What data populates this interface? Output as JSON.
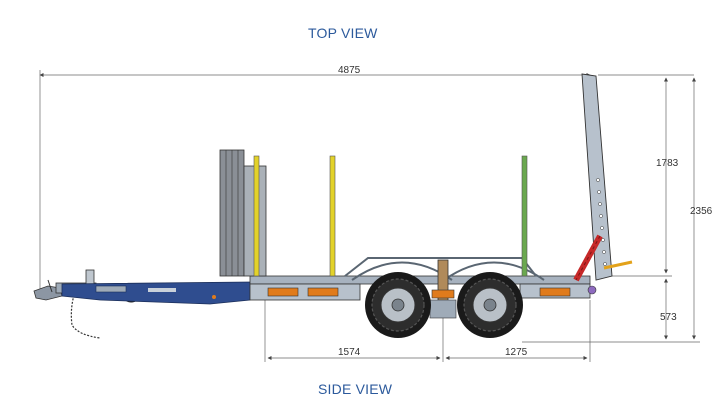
{
  "titles": {
    "top": "TOP VIEW",
    "side": "SIDE VIEW"
  },
  "dimensions": {
    "overall_length": "4875",
    "ramp_height_above_deck": "1783",
    "overall_height": "2356",
    "deck_height": "573",
    "front_to_axle_center": "1574",
    "axle_center_to_rear": "1275"
  },
  "colors": {
    "frame_blue": "#2f4d8f",
    "frame_grey": "#a7b2bf",
    "stake_yellow": "#e3d22a",
    "stake_green": "#6aa84f",
    "bracket_orange": "#e07b1c",
    "ramp_red": "#c62828",
    "tyre_black": "#1a1a1a",
    "title_blue": "#2c5a9c"
  }
}
